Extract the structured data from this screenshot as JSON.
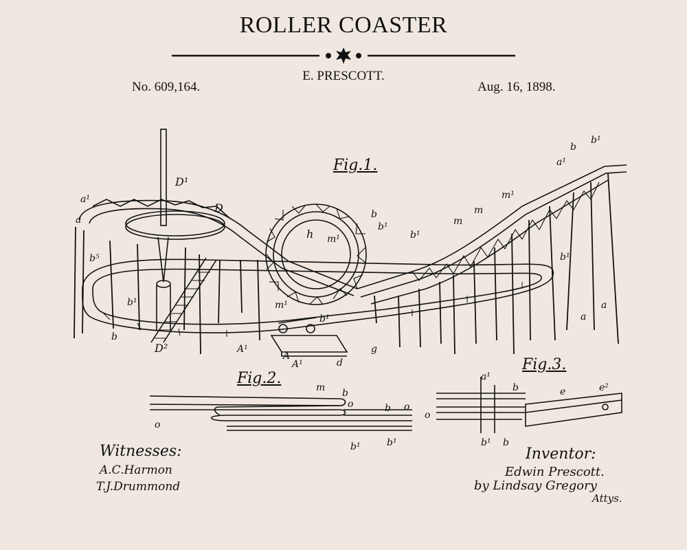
{
  "header": {
    "title": "ROLLER COASTER",
    "inventor": "E. PRESCOTT.",
    "patent_number": "No. 609,164.",
    "patent_date": "Aug. 16, 1898."
  },
  "figures": {
    "fig1": "Fig.1.",
    "fig2": "Fig.2.",
    "fig3": "Fig.3."
  },
  "witnesses": {
    "label": "Witnesses:",
    "signature1": "A.C.Harmon",
    "signature2": "T.J.Drummond"
  },
  "inventor_block": {
    "label": "Inventor:",
    "name": "Edwin Prescott.",
    "by_line": "by Lindsay Gregory",
    "attys": "Attys."
  }
}
